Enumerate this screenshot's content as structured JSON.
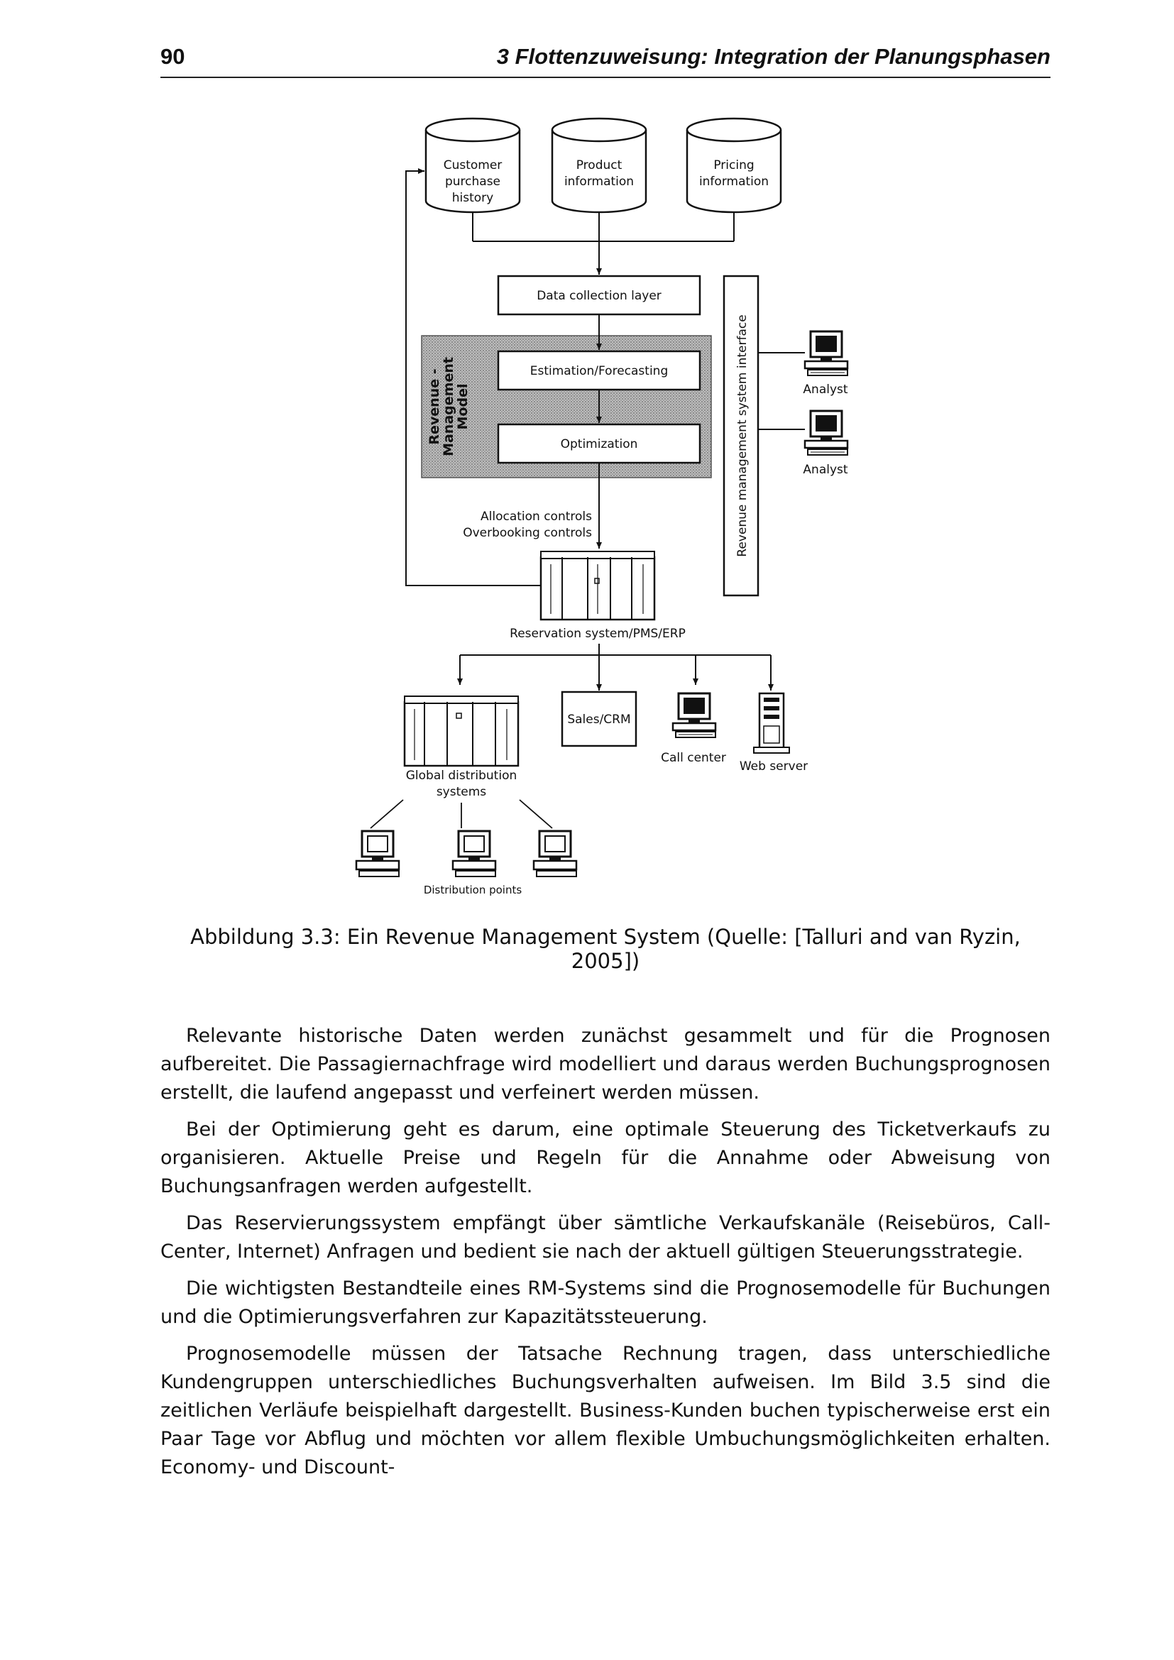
{
  "header": {
    "page_number": "90",
    "running_title": "3 Flottenzuweisung: Integration der Planungsphasen"
  },
  "figure": {
    "db_customer_line1": "Customer",
    "db_customer_line2": "purchase",
    "db_customer_line3": "history",
    "db_product_line1": "Product",
    "db_product_line2": "information",
    "db_pricing_line1": "Pricing",
    "db_pricing_line2": "information",
    "data_collection_layer": "Data collection layer",
    "rm_model_line1": "Revenue -",
    "rm_model_line2": "Management",
    "rm_model_line3": "Model",
    "estimation_forecasting": "Estimation/Forecasting",
    "optimization": "Optimization",
    "allocation_controls": "Allocation controls",
    "overbooking_controls": "Overbooking controls",
    "reservation_system": "Reservation system/PMS/ERP",
    "rm_interface": "Revenue management system interface",
    "analyst_1": "Analyst",
    "analyst_2": "Analyst",
    "gds_line1": "Global distribution",
    "gds_line2": "systems",
    "sales_crm": "Sales/CRM",
    "call_center": "Call center",
    "web_server": "Web server",
    "distribution_points": "Distribution points"
  },
  "caption": "Abbildung 3.3: Ein Revenue Management System (Quelle: [Talluri and van Ryzin, 2005])",
  "paragraphs": [
    "Relevante historische Daten werden zunächst gesammelt und für die Prognosen aufbereitet. Die Passagiernachfrage wird modelliert und daraus werden Buchungsprognosen erstellt, die laufend angepasst und verfeinert werden müssen.",
    "Bei der Optimierung geht es darum, eine optimale Steuerung des Ticketverkaufs zu organisieren. Aktuelle Preise und Regeln für die Annahme oder Abweisung von Buchungsanfragen werden aufgestellt.",
    "Das Reservierungssystem empfängt über sämtliche Verkaufskanäle (Reisebüros, Call-Center, Internet) Anfragen und bedient sie nach der aktuell gültigen Steuerungsstrategie.",
    "Die wichtigsten Bestandteile eines RM-Systems sind die Prognosemodelle für Buchungen und die Optimierungsverfahren zur Kapazitätssteuerung.",
    "Prognosemodelle müssen der Tatsache Rechnung tragen, dass unterschiedliche Kundengruppen unterschiedliches Buchungsverhalten aufweisen. Im Bild 3.5 sind die zeitlichen Verläufe beispielhaft dargestellt. Business-Kunden buchen typischerweise erst ein Paar Tage vor Abflug und möchten vor allem flexible Umbuchungsmöglichkeiten erhalten. Economy- und Discount-"
  ]
}
